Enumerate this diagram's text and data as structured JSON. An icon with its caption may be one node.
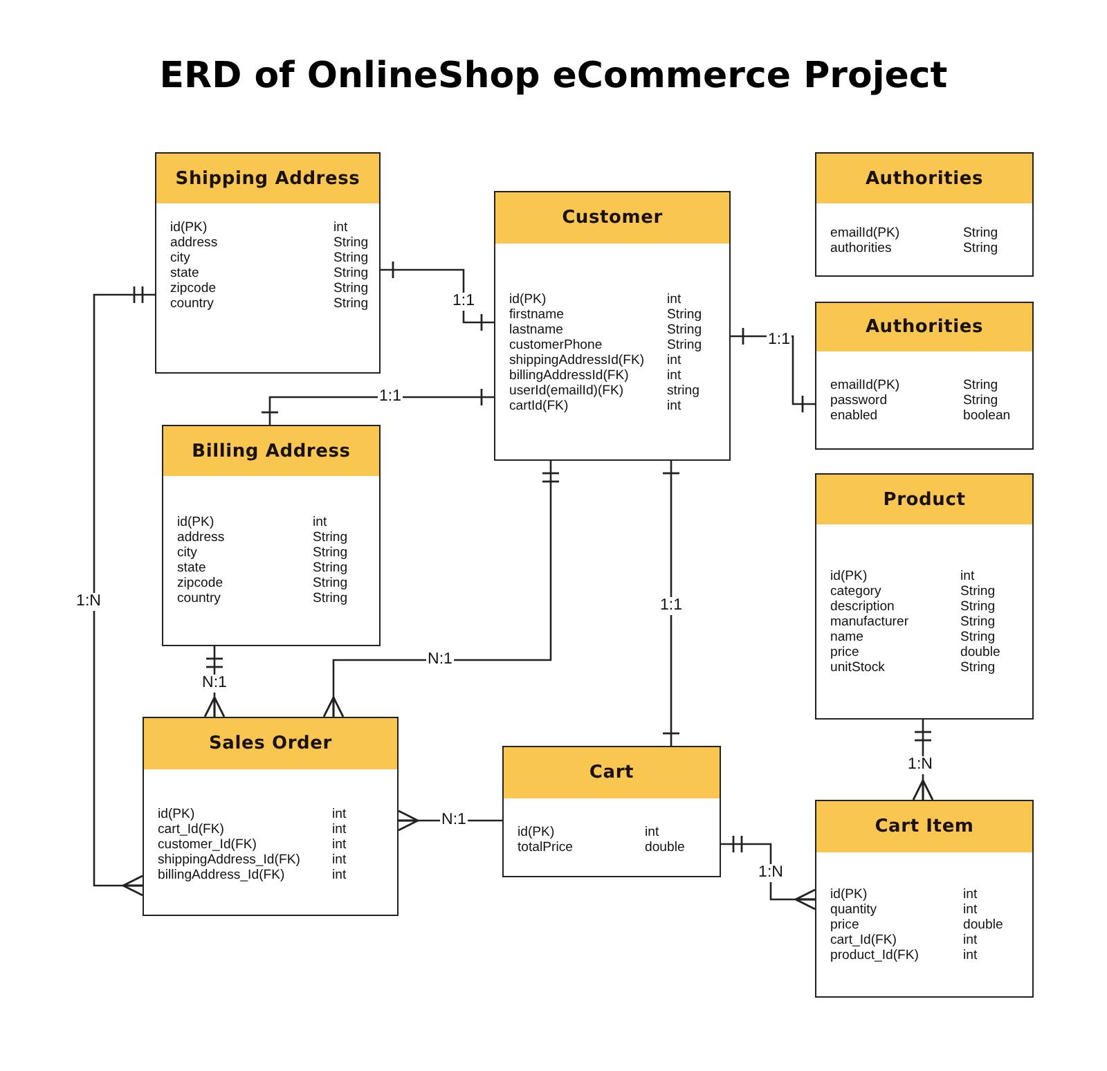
{
  "diagram": {
    "title": "ERD of OnlineShop eCommerce Project",
    "nodes": [
      {
        "text": [
          "Shipping Address",
          "id(PK)",
          "int",
          "address",
          "String",
          "city",
          "String",
          "state",
          "String",
          "zipcode",
          "String",
          "country",
          "String"
        ]
      },
      {
        "text": [
          "Customer",
          "id(PK)",
          "int",
          "firstname",
          "String",
          "lastname",
          "String",
          "customerPhone",
          "String",
          "shippingAddressId(FK)",
          "int",
          "billingAddressId(FK)",
          "int",
          "userId(emailId)(FK)",
          "string",
          "cartId(FK)",
          "int"
        ]
      },
      {
        "text": [
          "Authorities",
          "emailId(PK)",
          "String",
          "authorities",
          "String"
        ]
      },
      {
        "text": [
          "Authorities",
          "emailId(PK)",
          "String",
          "password",
          "String",
          "enabled",
          "boolean"
        ]
      },
      {
        "text": [
          "Billing Address",
          "id(PK)",
          "int",
          "address",
          "String",
          "city",
          "String",
          "state",
          "String",
          "zipcode",
          "String",
          "country",
          "String"
        ]
      },
      {
        "text": [
          "Product",
          "id(PK)",
          "int",
          "category",
          "String",
          "description",
          "String",
          "manufacturer",
          "String",
          "name",
          "String",
          "price",
          "double",
          "unitStock",
          "String"
        ]
      },
      {
        "text": [
          "Sales Order",
          "id(PK)",
          "int",
          "cart_Id(FK)",
          "int",
          "customer_Id(FK)",
          "int",
          "shippingAddress_Id(FK)",
          "int",
          "billingAddress_Id(FK)",
          "int"
        ]
      },
      {
        "text": [
          "Cart",
          "id(PK)",
          "int",
          "totalPrice",
          "double"
        ]
      },
      {
        "text": [
          "Cart Item",
          "id(PK)",
          "int",
          "quantity",
          "int",
          "price",
          "double",
          "cart_Id(FK)",
          "int",
          "product_Id(FK)",
          "int"
        ]
      }
    ],
    "edges": [
      {
        "from": 0,
        "to": 1,
        "arrow": "other",
        "label": "1:1"
      },
      {
        "from": 4,
        "to": 1,
        "arrow": "other",
        "label": "1:1"
      },
      {
        "from": 1,
        "to": 3,
        "arrow": "other",
        "label": "1:1"
      },
      {
        "from": 0,
        "to": 6,
        "arrow": "other",
        "label": "1:N"
      },
      {
        "from": 6,
        "to": 4,
        "arrow": "other",
        "label": "N:1"
      },
      {
        "from": 6,
        "to": 1,
        "arrow": "other",
        "label": "N:1"
      },
      {
        "from": 1,
        "to": 7,
        "arrow": "other",
        "label": "1:1"
      },
      {
        "from": 6,
        "to": 7,
        "arrow": "other",
        "label": "N:1"
      },
      {
        "from": 7,
        "to": 8,
        "arrow": "other",
        "label": "1:N"
      },
      {
        "from": 5,
        "to": 8,
        "arrow": "other",
        "label": "1:N"
      }
    ]
  }
}
